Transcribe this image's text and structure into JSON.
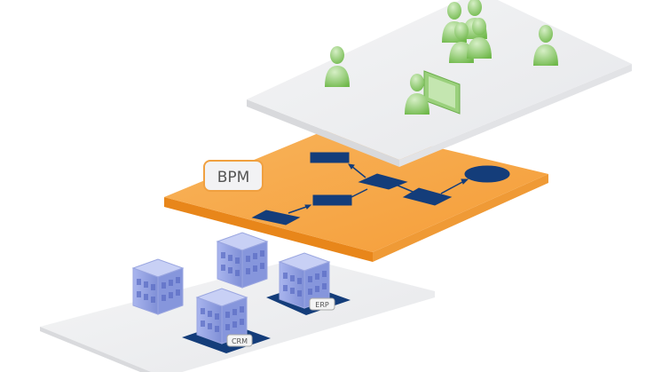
{
  "layers": {
    "process_layer_label": "BPM",
    "systems": [
      {
        "label": "ERP"
      },
      {
        "label": "CRM"
      }
    ]
  },
  "colors": {
    "orange": "#f6a443",
    "orange_edge": "#e8861a",
    "navy": "#143d7a",
    "plane_gray": "#eeeff1",
    "person_green": "#8ccb6a",
    "building_blue": "#8f9ee0"
  }
}
